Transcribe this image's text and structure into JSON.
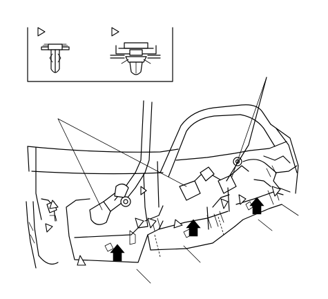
{
  "diagram": {
    "inset": {
      "clips": [
        {
          "name": "push-type-clip",
          "pointer_marker": "hollow-triangle-pointer-icon"
        },
        {
          "name": "trim-clip",
          "pointer_marker": "hollow-triangle-pointer-icon"
        }
      ]
    },
    "scene": {
      "components": [
        "seat-frame",
        "seat-belt-buckles",
        "floor-trim-panels",
        "rear-side-trim"
      ],
      "markers": {
        "clip_locations": "hollow-triangle-pointer-icon",
        "removal_direction": "solid-arrow-icon"
      }
    }
  }
}
